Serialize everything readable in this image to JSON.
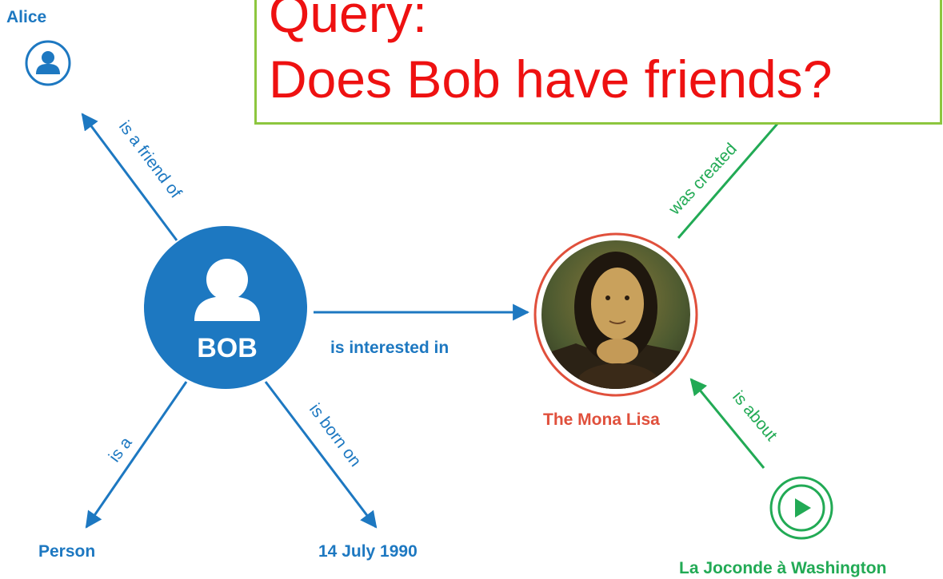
{
  "query": {
    "line1": "Query:",
    "line2": "Does Bob have friends?"
  },
  "nodes": {
    "alice": "Alice",
    "bob": "BOB",
    "person": "Person",
    "date": "14 July 1990",
    "mona_lisa": "The Mona Lisa",
    "joconde": "La Joconde à Washington"
  },
  "edges": {
    "friend": "is a friend of",
    "interested": "is interested in",
    "is_a": "is a",
    "born": "is born on",
    "created": "was created",
    "about": "is about"
  },
  "colors": {
    "blue": "#1d78c1",
    "green": "#22aa55",
    "red": "#e0503c",
    "query_text": "#ee1111",
    "query_border": "#8dc63f"
  }
}
